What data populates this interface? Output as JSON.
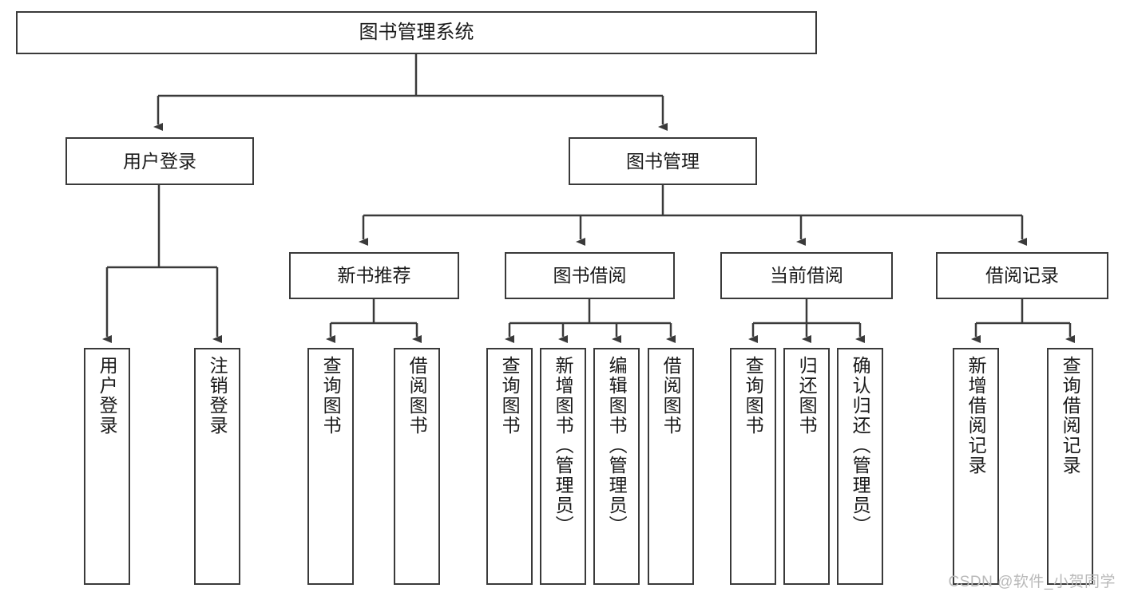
{
  "diagram": {
    "title": "图书管理系统",
    "type": "tree",
    "root": {
      "label": "图书管理系统"
    },
    "level1": [
      {
        "label": "用户登录"
      },
      {
        "label": "图书管理"
      }
    ],
    "level2": [
      {
        "label": "新书推荐"
      },
      {
        "label": "图书借阅"
      },
      {
        "label": "当前借阅"
      },
      {
        "label": "借阅记录"
      }
    ],
    "leaves": {
      "user_login": [
        {
          "label": "用户登录"
        },
        {
          "label": "注销登录"
        }
      ],
      "new_book_recommend": [
        {
          "label": "查询图书"
        },
        {
          "label": "借阅图书"
        }
      ],
      "book_borrow": [
        {
          "label": "查询图书"
        },
        {
          "label": "新增图书（管理员）"
        },
        {
          "label": "编辑图书（管理员）"
        },
        {
          "label": "借阅图书"
        }
      ],
      "current_borrow": [
        {
          "label": "查询图书"
        },
        {
          "label": "归还图书"
        },
        {
          "label": "确认归还（管理员）"
        }
      ],
      "borrow_record": [
        {
          "label": "新增借阅记录"
        },
        {
          "label": "查询借阅记录"
        }
      ]
    }
  },
  "watermark": "CSDN @软件_小贺同学",
  "colors": {
    "stroke": "#3a3a3a",
    "text": "#1a1a1a",
    "background": "#ffffff",
    "watermark": "#b9b9b9"
  }
}
